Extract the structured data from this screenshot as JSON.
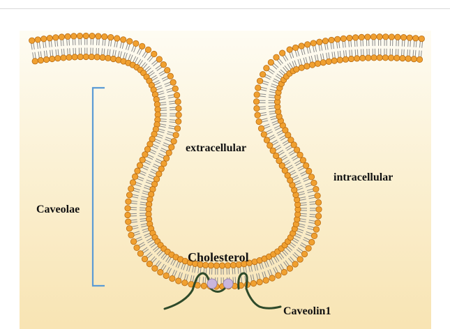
{
  "labels": {
    "extracellular": "extracellular",
    "intracellular": "intracellular",
    "caveolae": "Caveolae",
    "cholesterol": "Cholesterol",
    "caveolin": "Caveolin1"
  },
  "colors": {
    "head_fill": "#f0a030",
    "head_stroke": "#b86a10",
    "tail": "#8a8a8a",
    "bracket": "#5b9bd5",
    "caveolin": "#2e4a2a",
    "cholesterol": "#c9b6dc"
  },
  "icons": {
    "membrane": "lipid-bilayer",
    "bracket": "bracket-icon",
    "protein": "caveolin-protein-icon",
    "sterol": "cholesterol-molecule-icon"
  }
}
